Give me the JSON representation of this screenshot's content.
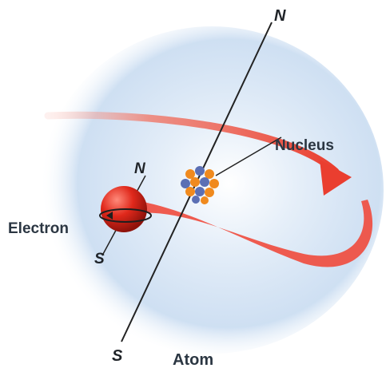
{
  "labels": {
    "nucleus": "Nucleus",
    "electron": "Electron",
    "atom": "Atom",
    "atom_axis_north": "N",
    "atom_axis_south": "S",
    "electron_axis_north": "N",
    "electron_axis_south": "S"
  },
  "colors": {
    "cloud": "#cfe0f3",
    "orbit": "#ef4a3c",
    "electron": "#d92418",
    "proton": "#f08a1e",
    "neutron": "#5b6fb4",
    "axis": "#222222"
  }
}
